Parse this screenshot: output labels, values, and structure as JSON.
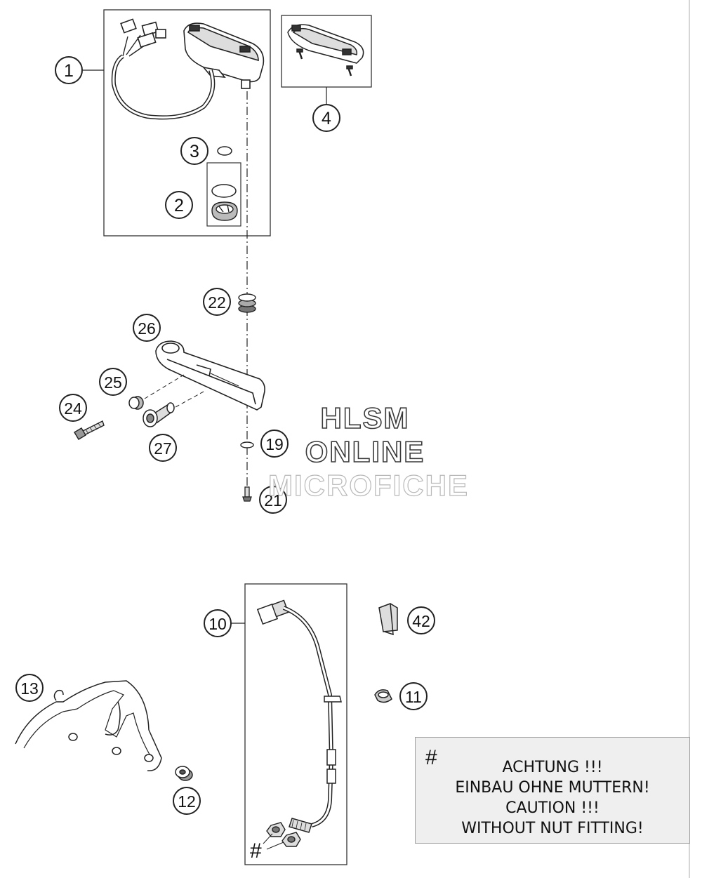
{
  "callouts": [
    {
      "id": "c1",
      "label": "1"
    },
    {
      "id": "c2",
      "label": "2"
    },
    {
      "id": "c3",
      "label": "3"
    },
    {
      "id": "c4",
      "label": "4"
    },
    {
      "id": "c22",
      "label": "22"
    },
    {
      "id": "c26",
      "label": "26"
    },
    {
      "id": "c25",
      "label": "25"
    },
    {
      "id": "c24",
      "label": "24"
    },
    {
      "id": "c27",
      "label": "27"
    },
    {
      "id": "c19",
      "label": "19"
    },
    {
      "id": "c21",
      "label": "21"
    },
    {
      "id": "c10",
      "label": "10"
    },
    {
      "id": "c42",
      "label": "42"
    },
    {
      "id": "c13",
      "label": "13"
    },
    {
      "id": "c11",
      "label": "11"
    },
    {
      "id": "c12",
      "label": "12"
    }
  ],
  "watermark": {
    "line1": "HLSM",
    "line2": "ONLINE",
    "line3": "MICROFICHE"
  },
  "note": {
    "symbol": "#",
    "lines": [
      "ACHTUNG !!!",
      "EINBAU OHNE MUTTERN!",
      "CAUTION !!!",
      "WITHOUT NUT FITTING!"
    ]
  },
  "sensor_symbol": "#",
  "colors": {
    "line": "#222222",
    "note_bg": "#efefef",
    "note_border": "#a0a0a0"
  }
}
